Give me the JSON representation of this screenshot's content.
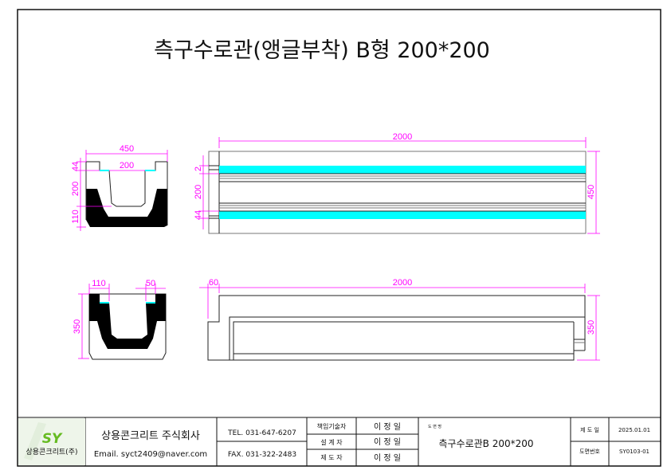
{
  "title": "측구수로관(앵글부착) B형 200*200",
  "colors": {
    "dimension": "#ff00ff",
    "angle": "#00ffff",
    "concrete": "#000000",
    "logo": "#66bb22"
  },
  "section_top": {
    "dims": {
      "width": "450",
      "inner": "200",
      "h1": "44",
      "h2": "200",
      "h3": "110"
    }
  },
  "section_bottom": {
    "dims": {
      "left": "110",
      "right": "50",
      "height": "350"
    }
  },
  "plan": {
    "dims": {
      "length": "2000",
      "d1": "2",
      "d2": "200",
      "d3": "44",
      "width": "450"
    }
  },
  "elevation": {
    "dims": {
      "offset": "60",
      "length": "2000",
      "height": "350"
    }
  },
  "title_block": {
    "logo_text": "상용콘크리트(주)",
    "logo_mark": "SY",
    "company": "상용콘크리트 주식회사",
    "email": "Email. syct2409@naver.com",
    "tel": "TEL. 031-647-6207",
    "fax": "FAX. 031-322-2483",
    "roles": [
      {
        "label": "책임기술자",
        "name": "이 정 일"
      },
      {
        "label": "설 계 자",
        "name": "이 정 일"
      },
      {
        "label": "제 도 자",
        "name": "이 정 일"
      }
    ],
    "drawing_name_label": "도 면 명",
    "drawing_name": "측구수로관B 200*200",
    "date_label": "제 도 일",
    "date": "2025.01.01",
    "number_label": "도면번호",
    "number": "SY0103-01"
  }
}
